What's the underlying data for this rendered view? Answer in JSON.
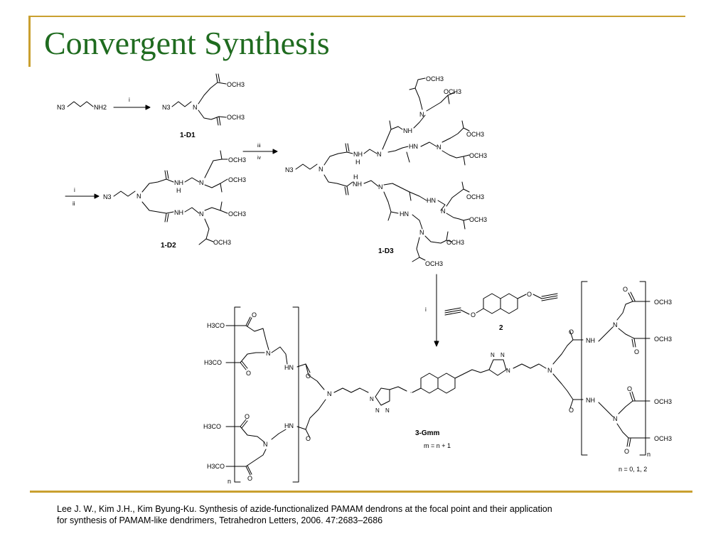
{
  "slide": {
    "title": "Convergent Synthesis",
    "accent_color": "#c9a030",
    "title_color": "#1f6b1f"
  },
  "citation": {
    "line1": "Lee J. W., Kim J.H., Kim Byung-Ku. Synthesis of azide-functionalized PAMAM dendrons at the focal point and their application",
    "line2": "for synthesis of PAMAM-like dendrimers, Tetrahedron Letters, 2006. 47:2683–2686"
  },
  "scheme": {
    "start_material": {
      "azide": "N3",
      "amine": "NH2"
    },
    "reagents": {
      "r1": "i",
      "r2_top": "i",
      "r2_bottom": "ii",
      "r3_top": "iii",
      "r3_bottom": "iv",
      "r4": "i"
    },
    "compounds": {
      "d1": {
        "label": "1-D1",
        "azide": "N3",
        "amine": "N",
        "ester": "OCH3"
      },
      "d2": {
        "label": "1-D2",
        "azide": "N3",
        "amine": "N",
        "amide": "NH",
        "amide_h": "H",
        "ester": "OCH3"
      },
      "d3": {
        "label": "1-D3",
        "azide": "N3",
        "amine": "N",
        "amide": "NH",
        "amide_h": "H",
        "amide_hn": "HN",
        "ester": "OCH3"
      },
      "linker": {
        "label": "2",
        "ether": "O"
      },
      "product": {
        "label": "3-Gmm",
        "relation": "m = n + 1",
        "repeat": "n",
        "n_values": "n = 0, 1, 2",
        "ester_left": "H3CO",
        "ester_right": "OCH3",
        "carbonyl": "O",
        "amine": "N",
        "amide_hn": "HN",
        "amide_nh": "NH",
        "triazole_n": "N"
      }
    }
  }
}
